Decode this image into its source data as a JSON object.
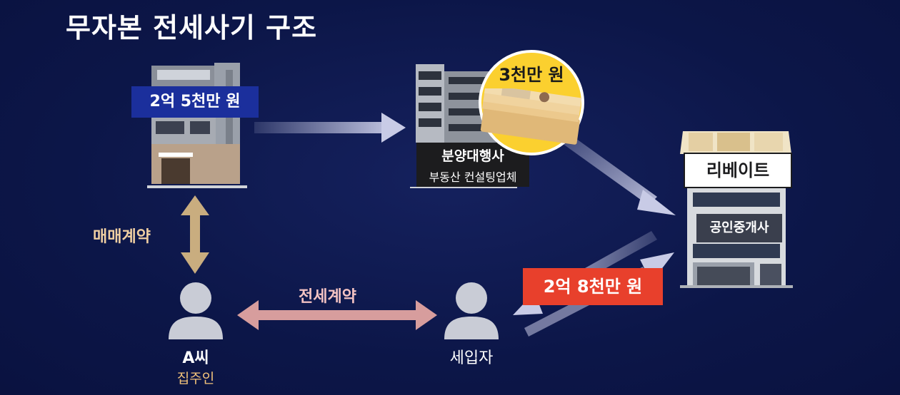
{
  "title": "무자본 전세사기 구조",
  "labels": {
    "price_owner": "2억 5천만 원",
    "rebate_amount": "3천만 원",
    "agency_line1": "분양대행사",
    "agency_line2": "부동산 컨설팅업체",
    "rebate": "리베이트",
    "broker": "공인중개사",
    "deposit": "2억 8천만 원",
    "sale_contract": "매매계약",
    "jeonse_contract": "전세계약",
    "owner_name": "A씨",
    "owner_role": "집주인",
    "tenant": "세입자"
  },
  "colors": {
    "background": "#0c1648",
    "price_tag": "#1b2f9c",
    "deposit_tag": "#e8402c",
    "rebate_circle": "#fbd02f",
    "sale_arrow": "#c9ad7f",
    "jeonse_arrow": "#d79d9d",
    "flow_arrow": "#c8cbe6",
    "person": "#c9ccd6"
  },
  "icons": [
    "building-icon",
    "office-building-icon",
    "cash-bundle-icon",
    "cash-envelope-icon",
    "broker-office-icon",
    "person-icon"
  ]
}
